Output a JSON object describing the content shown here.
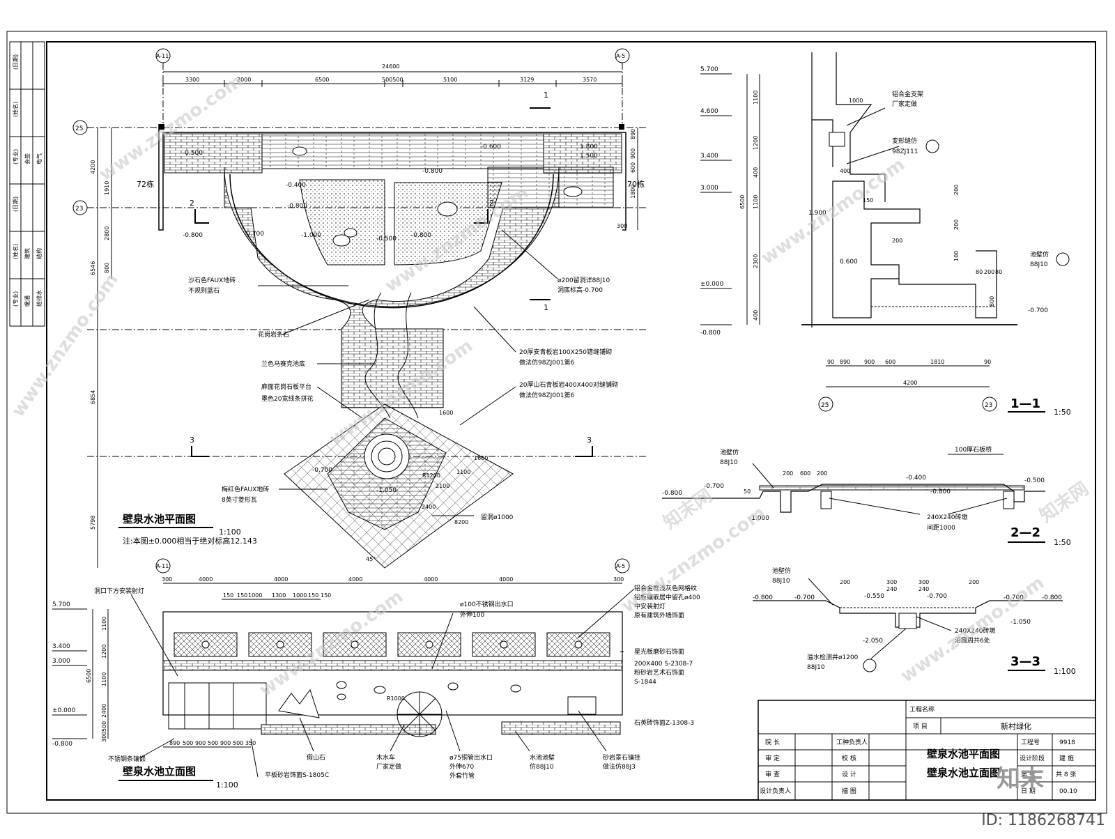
{
  "watermark": {
    "site": "www.znzmo.com",
    "brand": "知末网",
    "logo": "知末",
    "id_label": "ID: 1186268741"
  },
  "plan": {
    "title": "壁泉水池平面图",
    "scale": "1:100",
    "note": "注:本图±0.000相当于绝对标高12.143",
    "axis_left": "A-11",
    "axis_right": "A-5",
    "row_25": "25",
    "row_23": "23",
    "total_dim": "24600",
    "dims_top": [
      "3300",
      "2000",
      "6500",
      "500500",
      "5100",
      "3129",
      "3570"
    ],
    "dims_left": [
      "4200",
      "1910",
      "2800",
      "800",
      "6546",
      "6854",
      "5798"
    ],
    "dims_right": [
      "890",
      "900",
      "600",
      "1800",
      "300"
    ],
    "bld_left": "72栋",
    "bld_right": "70栋",
    "elevations": [
      "-0.500",
      "-0.600",
      "1.800",
      "1.500",
      "-0.800",
      "-0.400",
      "-0.800",
      "-1.000",
      "-0.700",
      "-0.500",
      "-0.800",
      "-0.800",
      "-0.700",
      "-1.050"
    ],
    "labels": [
      {
        "text": "沙石色FAUX地砖"
      },
      {
        "text": "不规则蓝石"
      },
      {
        "text": "花岗岩条石"
      },
      {
        "text": "兰色马赛克池底"
      },
      {
        "text": "麻面花岗石板平台"
      },
      {
        "text": "墨色20宽线条拼花"
      },
      {
        "text": "梅红色FAUX地砖"
      },
      {
        "text": "8英寸菱形瓦"
      },
      {
        "text": "ø200留洞详88J10"
      },
      {
        "text": "洞底标高-0.700"
      },
      {
        "text": "20厚安青板岩100X250错缝铺砌"
      },
      {
        "text": "做法仿98ZJ001第6"
      },
      {
        "text": "20厚山石青板岩400X400对缝铺砌"
      },
      {
        "text": "做法仿98ZJ001第6"
      },
      {
        "text": "留洞ø1000"
      }
    ],
    "diag_dims": [
      "1600",
      "R1200",
      "8200",
      "1600",
      "1100",
      "2100",
      "2400",
      "45°"
    ],
    "section_marks": [
      "1",
      "1",
      "2",
      "2",
      "3",
      "3"
    ]
  },
  "elev": {
    "title": "壁泉水池立面图",
    "scale": "1:100",
    "axis_left": "A-11",
    "axis_right": "A-5",
    "levels": [
      "5.700",
      "3.400",
      "3.000",
      "±0.000",
      "-0.800"
    ],
    "dims_top": [
      "300",
      "4000",
      "4000",
      "4000",
      "4000",
      "4000",
      "300"
    ],
    "dims_sub": [
      "150",
      "150",
      "1000",
      "1300",
      "1000",
      "150",
      "150"
    ],
    "dims_left": [
      "1100",
      "1200",
      "6500",
      "1100",
      "2400",
      "500",
      "300"
    ],
    "dims_bottom": [
      "890",
      "500",
      "900",
      "500",
      "900",
      "500",
      "350"
    ],
    "labels": [
      {
        "text": "洞口下方安装射灯"
      },
      {
        "text": "ø100不锈钢出水口"
      },
      {
        "text": "外伸100"
      },
      {
        "text": "铝合金框浅灰色网格纹"
      },
      {
        "text": "铝板镶嵌居中留孔ø400"
      },
      {
        "text": "中安装射灯"
      },
      {
        "text": "原有建筑外墙饰面"
      },
      {
        "text": "星光板磨砂石饰面"
      },
      {
        "text": "200X400 S-2308-7"
      },
      {
        "text": "粉砂岩艺术石饰面"
      },
      {
        "text": "S-1844"
      },
      {
        "text": "石英砖饰面Z-1308-3"
      },
      {
        "text": "不锈钢条镶嵌"
      },
      {
        "text": "假山石"
      },
      {
        "text": "木水车"
      },
      {
        "text": "厂家定做"
      },
      {
        "text": "ø75铜管出水口"
      },
      {
        "text": "外伸670"
      },
      {
        "text": "外套竹管"
      },
      {
        "text": "水池池壁"
      },
      {
        "text": "仿88J10"
      },
      {
        "text": "砂岩景石镶挂"
      },
      {
        "text": "做法仿88J3"
      },
      {
        "text": "平板砂岩饰面S-1805C"
      }
    ],
    "wheel_radius": "R1000"
  },
  "sec11": {
    "title": "1—1",
    "scale": "1:50",
    "levels": [
      "5.700",
      "4.600",
      "3.400",
      "3.000",
      "±0.000",
      "-0.800"
    ],
    "dims_vertical": [
      "1100",
      "1200",
      "400",
      "1100",
      "2300",
      "400",
      "6500"
    ],
    "dims_bottom": [
      "90",
      "890",
      "900",
      "600",
      "1810",
      "90"
    ],
    "total": "4200",
    "labels": [
      {
        "text": "铝合金支架"
      },
      {
        "text": "厂家定做"
      },
      {
        "text": "变形缝仿"
      },
      {
        "text": "98ZJ111"
      },
      {
        "text": "池壁仿"
      },
      {
        "text": "88J10"
      }
    ],
    "inner": [
      "1000",
      "400",
      "200",
      "150",
      "200",
      "200",
      "100",
      "800",
      "80",
      "200",
      "80",
      "1.900",
      "0.600",
      "-0.700"
    ],
    "axes": [
      "25",
      "23"
    ]
  },
  "sec22": {
    "title": "2—2",
    "scale": "1:50",
    "levels": [
      "-0.800",
      "-0.700",
      "-0.400",
      "-0.800",
      "-0.500",
      "-1.000"
    ],
    "labels": [
      {
        "text": "池壁仿"
      },
      {
        "text": "88J10"
      },
      {
        "text": "100厚石板桥"
      },
      {
        "text": "240X240砖墩"
      },
      {
        "text": "间距1000"
      }
    ],
    "dims": [
      "200",
      "600",
      "200",
      "50"
    ]
  },
  "sec33": {
    "title": "3—3",
    "scale": "1:100",
    "levels": [
      "-0.800",
      "-0.700",
      "-0.550",
      "-0.700",
      "-0.700",
      "-0.800",
      "-2.050",
      "-1.050"
    ],
    "labels": [
      {
        "text": "池壁仿"
      },
      {
        "text": "88J10"
      },
      {
        "text": "240X240砖墩"
      },
      {
        "text": "沿圆周共6处"
      },
      {
        "text": "溢水检测井ø1200"
      },
      {
        "text": "88J10"
      }
    ],
    "dims": [
      "200",
      "300",
      "240",
      "300",
      "240",
      "200"
    ]
  },
  "titleblock": {
    "project_name_label": "工程名称",
    "item_label": "项  目",
    "item_value": "新村绿化",
    "roles": [
      "院  长",
      "审  定",
      "审  查",
      "设计负责人"
    ],
    "roles2": [
      "工种负责人",
      "校  核",
      "设  计",
      "描  图"
    ],
    "drawing_title_1": "壁泉水池平面图",
    "drawing_title_2": "壁泉水池立面图",
    "proj_no_label": "工程号",
    "proj_no": "9918",
    "stage_label": "设计阶段",
    "stage": "建 施",
    "sheet_label": "第 张",
    "sheet_total": "共 8 张",
    "date_label": "日 期",
    "date": "00.10"
  },
  "sidebar": {
    "cells": [
      "(日期)",
      "(姓名)",
      "(专业)",
      "(日期)",
      "(姓名)",
      "(专业)"
    ],
    "sub": [
      "会签",
      "电气",
      "暖通",
      "给排水",
      "建筑",
      "结构"
    ]
  }
}
